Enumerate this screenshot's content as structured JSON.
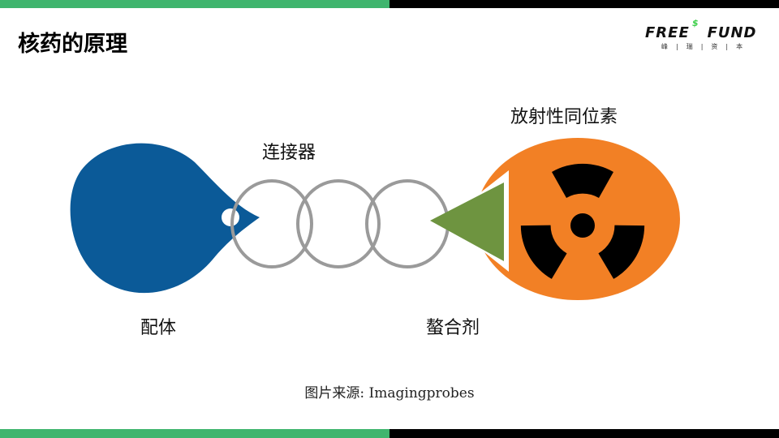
{
  "title": "核药的原理",
  "logo": {
    "brand_left": "FREE",
    "brand_symbol": "$",
    "brand_right": "FUND",
    "sub": "峰|瑞|资|本"
  },
  "labels": {
    "radioisotope": "放射性同位素",
    "linker": "连接器",
    "ligand": "配体",
    "chelator": "螯合剂"
  },
  "source": "图片来源: Imagingprobes",
  "colors": {
    "green_bar": "#3fb56e",
    "ligand": "#0b5a98",
    "linker": "#9a9a9a",
    "chelator": "#6e9440",
    "isotope": "#f28025"
  }
}
